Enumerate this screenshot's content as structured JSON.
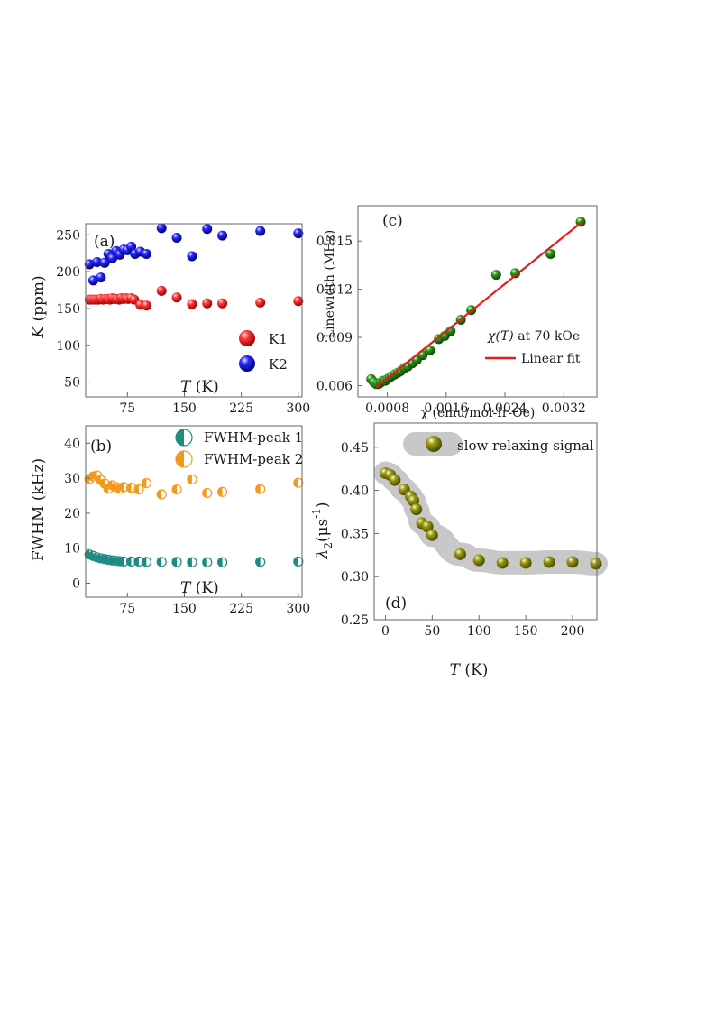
{
  "colors": {
    "k1": "#e8181c",
    "k2": "#1414e6",
    "peak1": "#1e8c80",
    "peak2": "#f39a1e",
    "linewidth_points": "#2a8a1a",
    "fit_line": "#e01e1e",
    "lambda_points": "#8a8a10",
    "band": "#c8c8c8"
  },
  "chart_data": [
    {
      "id": "a",
      "type": "scatter",
      "panel_label": "(a)",
      "xlabel_italic": "T",
      "xlabel_unit": " (K)",
      "ylabel_italic": "K",
      "ylabel_unit": " (ppm)",
      "xlim": [
        20,
        305
      ],
      "ylim": [
        30,
        265
      ],
      "xticks": [
        75,
        150,
        225,
        300
      ],
      "yticks": [
        50,
        100,
        150,
        200,
        250
      ],
      "legend_position": "bottom-right",
      "series": [
        {
          "name": "K1",
          "color_key": "k1",
          "x": [
            25,
            28,
            31,
            34,
            37,
            40,
            43,
            46,
            49,
            52,
            55,
            58,
            61,
            64,
            67,
            70,
            73,
            76,
            80,
            84,
            92,
            100,
            120,
            140,
            160,
            180,
            200,
            250,
            300
          ],
          "y": [
            162,
            162,
            162,
            162,
            162,
            163,
            162,
            163,
            163,
            162,
            164,
            163,
            163,
            162,
            164,
            163,
            164,
            163,
            164,
            162,
            155,
            154,
            174,
            165,
            156,
            157,
            157,
            158,
            160
          ]
        },
        {
          "name": "K2",
          "color_key": "k2",
          "x": [
            25,
            30,
            35,
            40,
            45,
            50,
            55,
            60,
            65,
            70,
            75,
            80,
            85,
            92,
            100,
            120,
            140,
            160,
            180,
            200,
            250,
            300
          ],
          "y": [
            210,
            188,
            213,
            192,
            212,
            224,
            218,
            228,
            223,
            230,
            229,
            234,
            224,
            227,
            224,
            259,
            246,
            221,
            258,
            249,
            255,
            252
          ]
        }
      ]
    },
    {
      "id": "b",
      "type": "scatter",
      "panel_label": "(b)",
      "xlabel_italic": "T",
      "xlabel_unit": " (K)",
      "ylabel": "FWHM (kHz)",
      "xlim": [
        20,
        305
      ],
      "ylim": [
        -4,
        45
      ],
      "xticks": [
        75,
        150,
        225,
        300
      ],
      "yticks": [
        0,
        10,
        20,
        30,
        40
      ],
      "legend_position": "top-right",
      "series": [
        {
          "name": "FWHM-peak 1",
          "color_key": "peak1",
          "x": [
            25,
            30,
            35,
            40,
            45,
            50,
            55,
            60,
            65,
            70,
            80,
            90,
            100,
            120,
            140,
            160,
            180,
            200,
            250,
            300
          ],
          "y": [
            8.2,
            7.8,
            7.4,
            7.1,
            6.9,
            6.7,
            6.5,
            6.4,
            6.3,
            6.2,
            6.2,
            6.2,
            6.1,
            6.1,
            6.1,
            6.0,
            6.0,
            6.0,
            6.1,
            6.2
          ]
        },
        {
          "name": "FWHM-peak 2",
          "color_key": "peak2",
          "x": [
            25,
            30,
            35,
            40,
            45,
            50,
            55,
            60,
            65,
            70,
            80,
            90,
            100,
            120,
            140,
            160,
            180,
            200,
            250,
            300
          ],
          "y": [
            29.8,
            30.5,
            30.8,
            29.5,
            28.5,
            27.0,
            28.0,
            27.5,
            27.0,
            27.5,
            27.3,
            26.8,
            28.6,
            25.4,
            26.8,
            29.7,
            25.8,
            26.1,
            26.9,
            28.7
          ]
        }
      ]
    },
    {
      "id": "c",
      "type": "scatter",
      "panel_label": "(c)",
      "xlabel": "χ (emu/mol-Ir-Oe)",
      "ylabel": "Linewidth (MHz)",
      "xlim": [
        0.0004,
        0.00365
      ],
      "ylim": [
        0.0053,
        0.0172
      ],
      "xticks": [
        0.0008,
        0.0016,
        0.0024,
        0.0032
      ],
      "xtick_labels": [
        "0.0008",
        "0.0016",
        "0.0024",
        "0.0032"
      ],
      "yticks": [
        0.006,
        0.009,
        0.012,
        0.015
      ],
      "ytick_labels": [
        "0.006",
        "0.009",
        "0.012",
        "0.015"
      ],
      "legend_position": "bottom-right",
      "legend_title_italic": "χ(T)",
      "legend_title_rest": " at 70 kOe",
      "series": [
        {
          "name": "",
          "color_key": "linewidth_points",
          "x": [
            0.00058,
            0.00062,
            0.00065,
            0.00068,
            0.00071,
            0.00074,
            0.00077,
            0.0008,
            0.00083,
            0.00086,
            0.0009,
            0.00094,
            0.00098,
            0.00103,
            0.00108,
            0.00114,
            0.0012,
            0.00128,
            0.00138,
            0.0015,
            0.00158,
            0.00166,
            0.0018,
            0.00194,
            0.00228,
            0.00254,
            0.00302,
            0.00343
          ],
          "y": [
            0.0064,
            0.0062,
            0.0061,
            0.0061,
            0.0062,
            0.0063,
            0.0063,
            0.0064,
            0.0065,
            0.0066,
            0.0067,
            0.0068,
            0.0069,
            0.0071,
            0.0072,
            0.0074,
            0.0076,
            0.0079,
            0.0082,
            0.0089,
            0.0091,
            0.0094,
            0.0101,
            0.0107,
            0.0129,
            0.013,
            0.0142,
            0.0162
          ]
        }
      ],
      "fit": {
        "name": "Linear fit",
        "color_key": "fit_line",
        "x": [
          0.00065,
          0.00345
        ],
        "y": [
          0.0059,
          0.0162
        ]
      }
    },
    {
      "id": "d",
      "type": "scatter",
      "panel_label": "(d)",
      "xlabel_italic": "T",
      "xlabel_unit": " (K)",
      "ylabel_italic": "λ",
      "ylabel_sub": "2",
      "ylabel_unit": "(μs",
      "ylabel_sup": "-1",
      "ylabel_close": ")",
      "xlim": [
        -12,
        226
      ],
      "ylim": [
        0.25,
        0.478
      ],
      "xticks": [
        0,
        50,
        100,
        150,
        200
      ],
      "yticks": [
        0.25,
        0.3,
        0.35,
        0.4,
        0.45
      ],
      "ytick_labels": [
        "0.25",
        "0.30",
        "0.35",
        "0.40",
        "0.45"
      ],
      "legend_position": "top-center",
      "series": [
        {
          "name": "slow relaxing signal",
          "color_key": "lambda_points",
          "x": [
            0,
            5,
            10,
            20,
            27,
            30,
            33,
            39,
            45,
            50,
            80,
            100,
            125,
            150,
            175,
            200,
            225
          ],
          "y": [
            0.42,
            0.418,
            0.412,
            0.401,
            0.393,
            0.388,
            0.378,
            0.362,
            0.358,
            0.348,
            0.326,
            0.319,
            0.316,
            0.316,
            0.317,
            0.317,
            0.315
          ]
        }
      ]
    }
  ]
}
